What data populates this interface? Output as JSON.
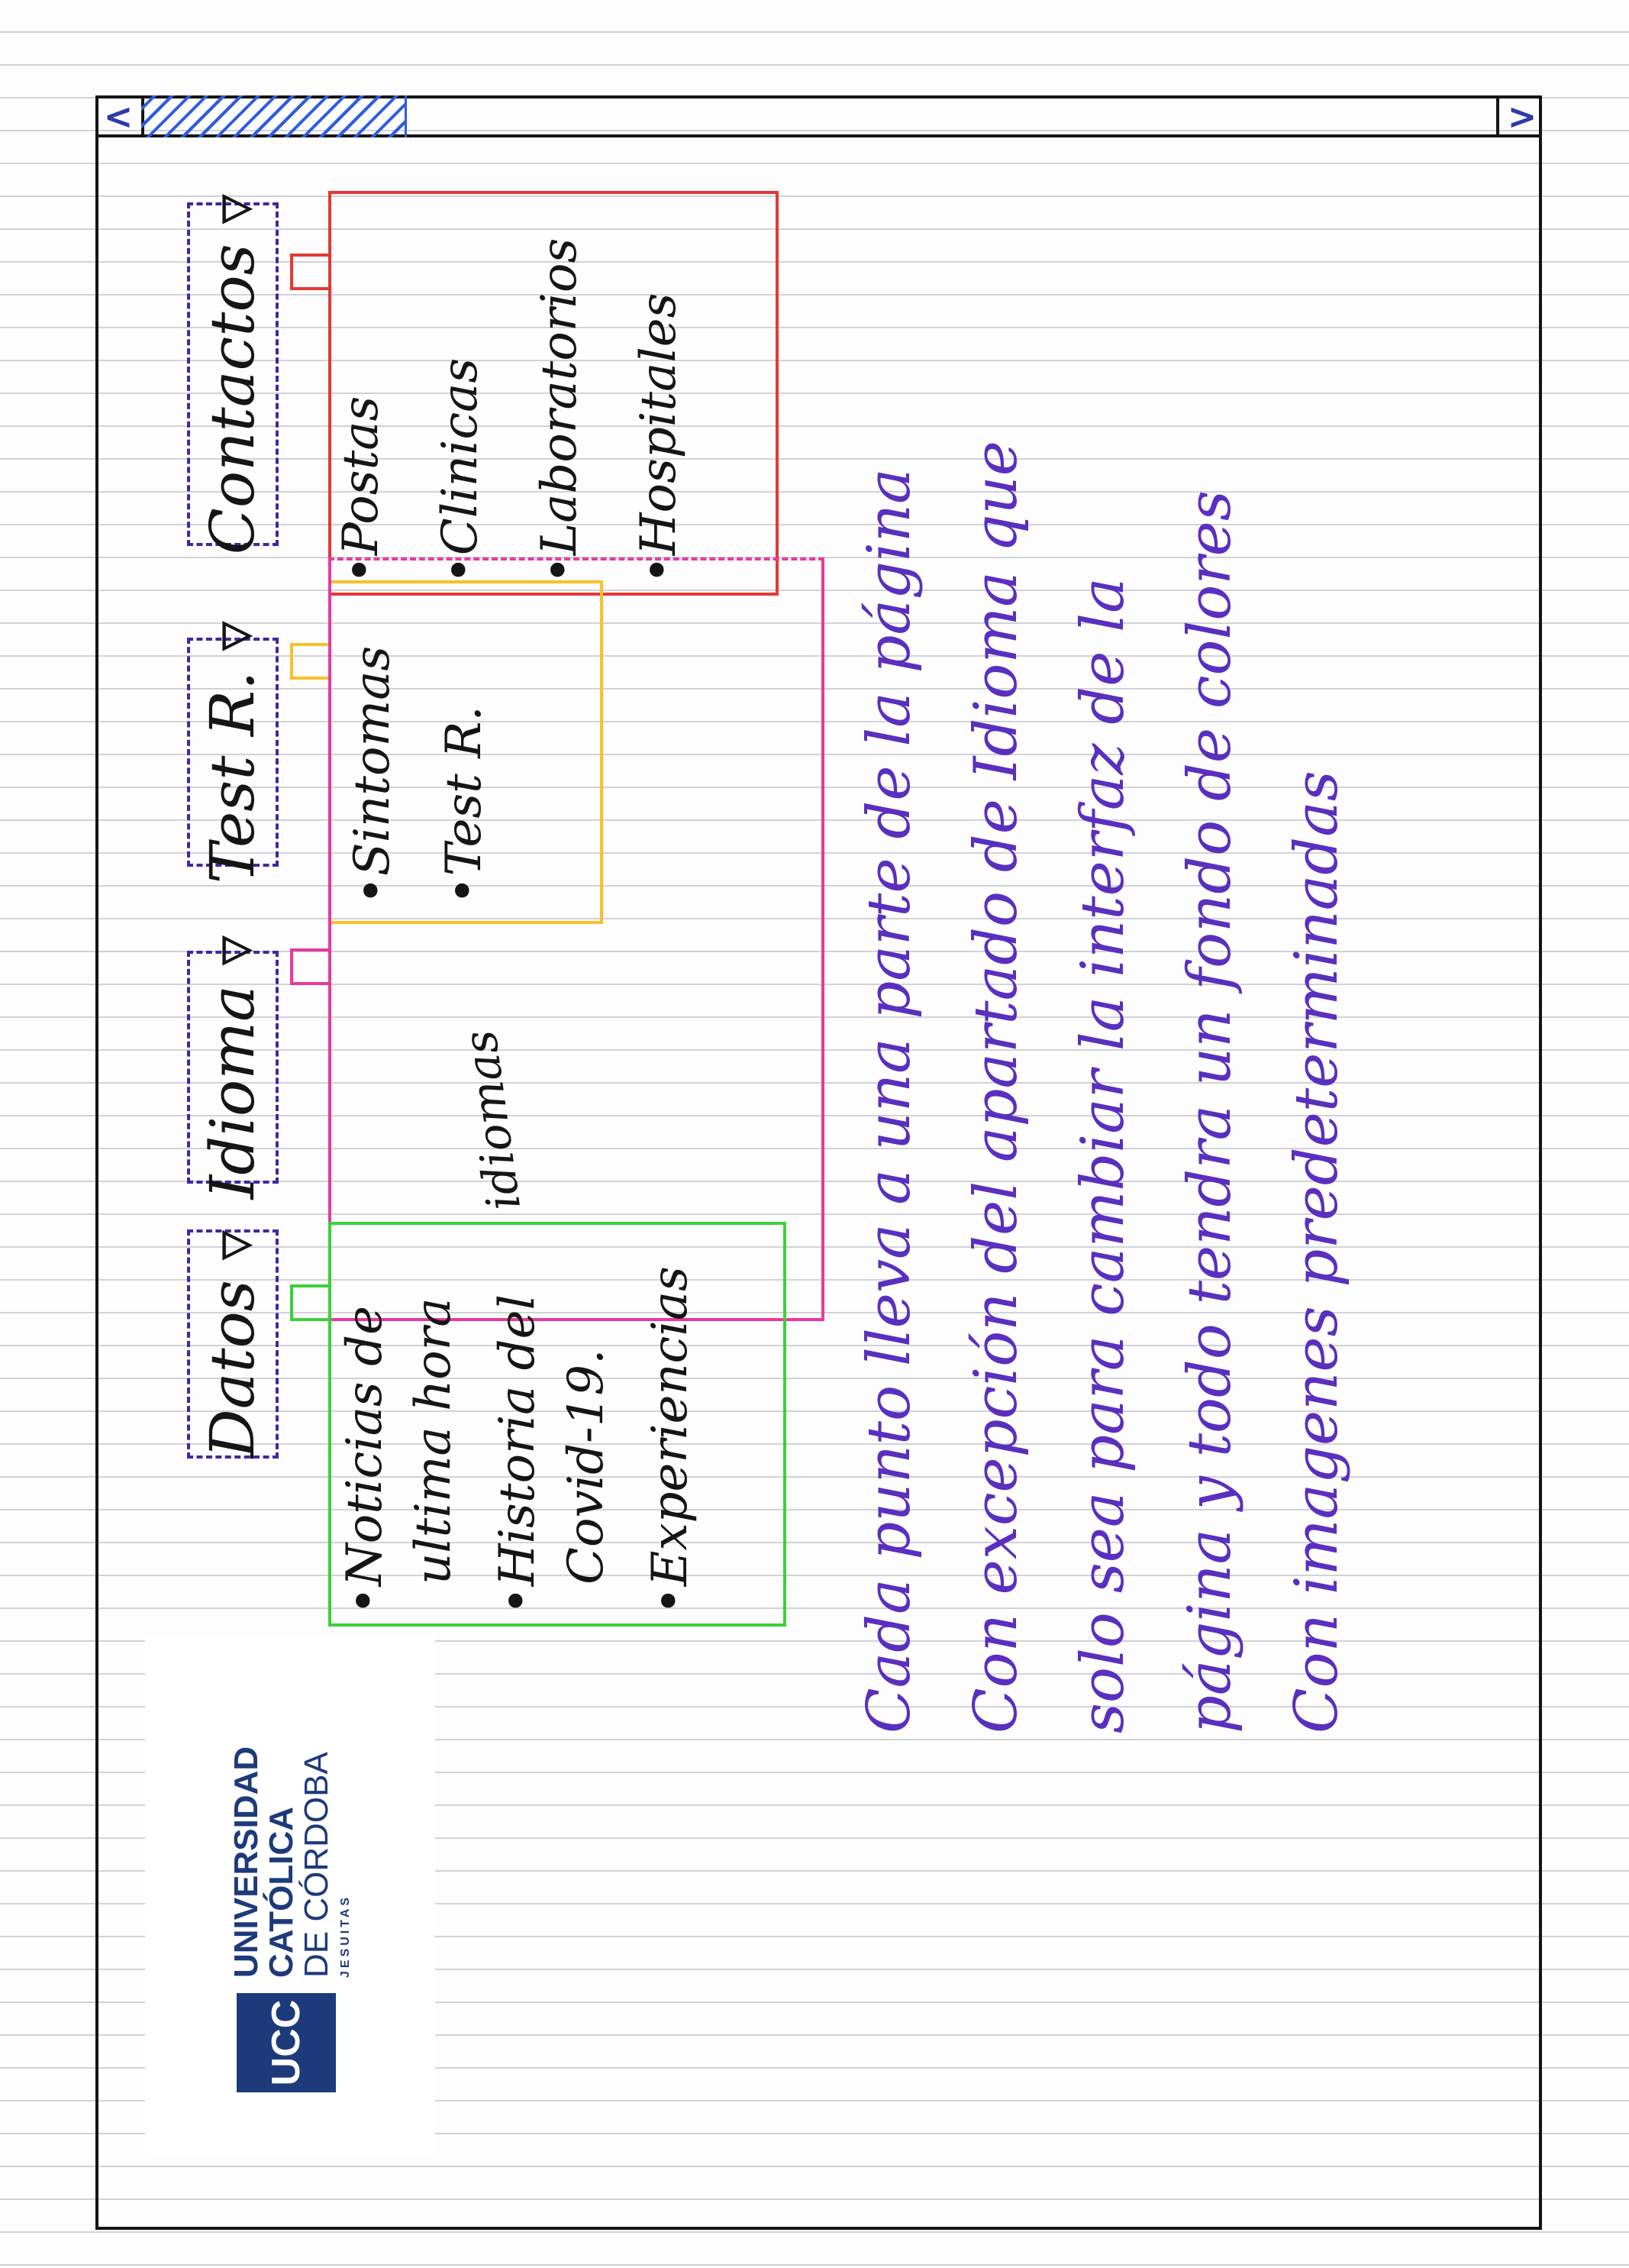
{
  "colors": {
    "ink": "#151515",
    "nav_border": "#3a2ba0",
    "red": "#e53935",
    "yellow": "#f6c12a",
    "magenta": "#e8389f",
    "green": "#3ccf3c",
    "note": "#5a2fbf",
    "logo": "#1d3a7a"
  },
  "scrollbar": {
    "up_label": "^",
    "down_label": "v",
    "thumb_fraction": 0.14
  },
  "nav": {
    "datos": {
      "label": "Datos ▿"
    },
    "idioma": {
      "label": "Idioma ▿"
    },
    "test": {
      "label": "Test R. ▿"
    },
    "contactos": {
      "label": "Contactos ▿"
    }
  },
  "dropdowns": {
    "datos": [
      "•Noticias de",
      "ultima hora",
      "•Historia del",
      "Covid-19.",
      "•Experiencias"
    ],
    "idioma": {
      "annotation": "idiomas"
    },
    "test": [
      "•Sintomas",
      "•Test R."
    ],
    "contactos": [
      "•Hospitales",
      "•Laboratorios",
      "•Clinicas",
      "•Postas"
    ]
  },
  "note_lines": [
    "Cada punto lleva a una parte de la página",
    "Con excepción del apartado de Idioma que",
    "solo sea para cambiar la interfaz de la",
    "página y todo tendra un fondo de colores",
    "Con imagenes predeterminadas"
  ],
  "logo": {
    "badge": "UCC",
    "line1": "UNIVERSIDAD",
    "line2": "CATÓLICA",
    "line3": "DE CÓRDOBA",
    "line4": "JESUITAS",
    "bg": "#1d3a7a"
  }
}
